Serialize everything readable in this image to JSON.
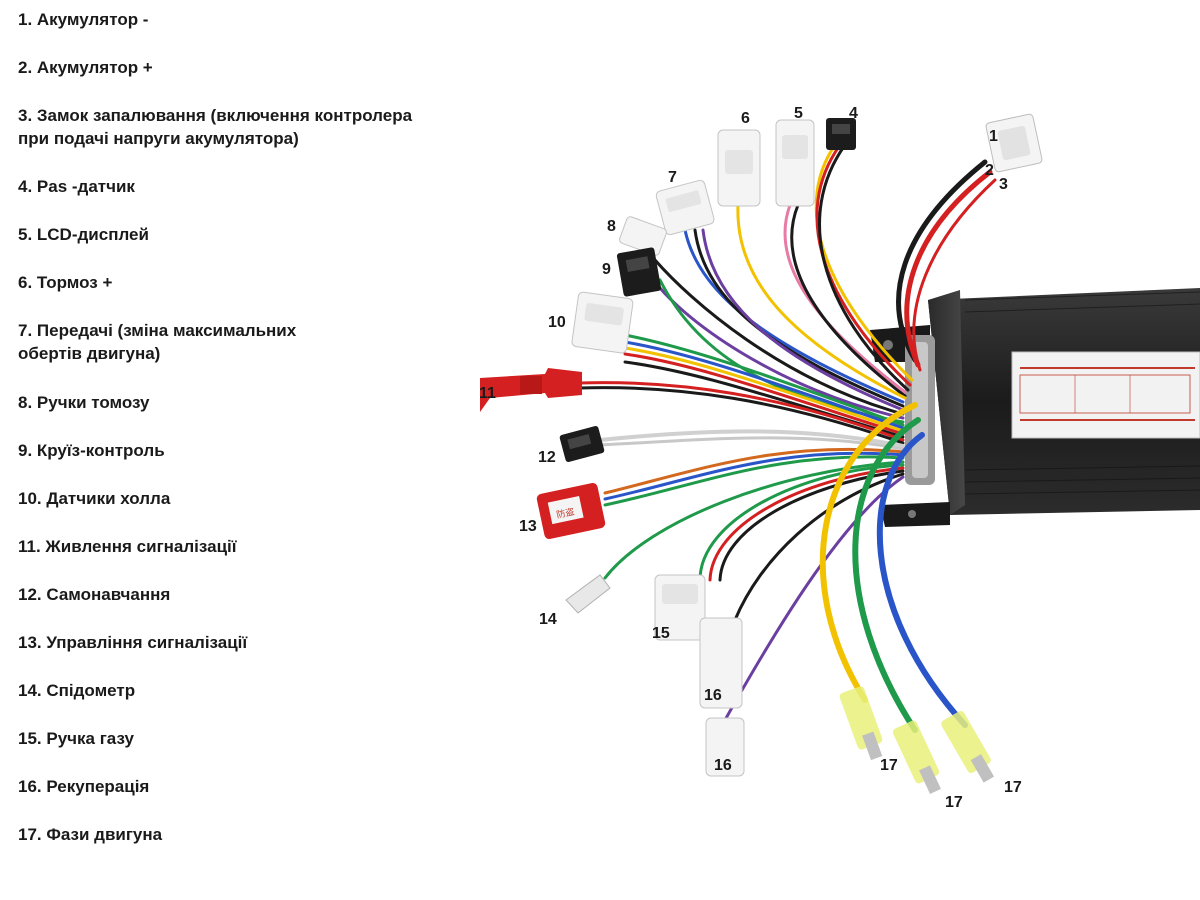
{
  "legend": {
    "items": [
      {
        "label": "1. Акумулятор -"
      },
      {
        "label": "2. Акумулятор +"
      },
      {
        "label": "3. Замок запалювання (включення контролера\n при подачі напруги акумулятора)"
      },
      {
        "label": "4. Pas -датчик"
      },
      {
        "label": "5. LCD-дисплей"
      },
      {
        "label": "6. Тормоз +"
      },
      {
        "label": "7. Передачі (зміна максимальних\n обертів двигуна)"
      },
      {
        "label": "8. Ручки томозу"
      },
      {
        "label": "9. Круїз-контроль"
      },
      {
        "label": "10. Датчики холла"
      },
      {
        "label": "11. Живлення сигналізації"
      },
      {
        "label": "12. Самонавчання"
      },
      {
        "label": "13. Управління сигналізації"
      },
      {
        "label": "14. Спідометр"
      },
      {
        "label": "15. Ручка газу"
      },
      {
        "label": "16. Рекуперація"
      },
      {
        "label": "17. Фази двигуна"
      }
    ]
  },
  "callouts": {
    "c1": "1",
    "c2": "2",
    "c3": "3",
    "c4": "4",
    "c5": "5",
    "c6": "6",
    "c7": "7",
    "c8": "8",
    "c9": "9",
    "c10": "10",
    "c11": "11",
    "c12": "12",
    "c13": "13",
    "c14": "14",
    "c15": "15",
    "c16a": "16",
    "c16b": "16",
    "c17a": "17",
    "c17b": "17",
    "c17c": "17"
  },
  "colors": {
    "background": "#ffffff",
    "controller_body": "#1e1e1e",
    "wire_red": "#d42020",
    "wire_black": "#1a1a1a",
    "wire_yellow": "#f2c200",
    "wire_green": "#1f9a4a",
    "wire_blue": "#2a55c9",
    "wire_purple": "#6b3fa0",
    "connector_white": "#f4f4f4"
  }
}
